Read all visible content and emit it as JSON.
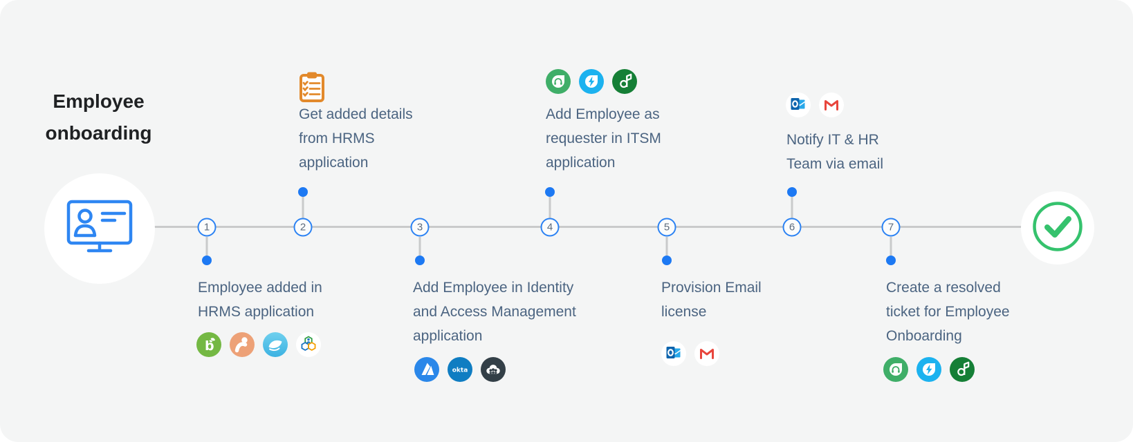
{
  "palette": {
    "background": "#f4f5f5",
    "accent_blue": "#1d79f3",
    "node_border_blue": "#2b82f3",
    "line_gray": "#c9cacb",
    "text_slate": "#4b6481",
    "title_color": "#1f2123",
    "success_green": "#35c26d",
    "clipboard_orange": "#e2892b"
  },
  "title": "Employee\nonboarding",
  "start": {
    "icon": "employee-id-monitor-icon"
  },
  "end": {
    "icon": "success-check-icon"
  },
  "steps": [
    {
      "number": "1",
      "position": "below",
      "label": "Employee added in\nHRMS application",
      "icons": [
        "bamboohr-icon",
        "hr-person-icon",
        "hr-cloud-icon",
        "zoho-people-icon"
      ]
    },
    {
      "number": "2",
      "position": "above",
      "label": "Get added details\nfrom HRMS\napplication",
      "icons": [
        "checklist-clipboard-icon"
      ]
    },
    {
      "number": "3",
      "position": "below",
      "label": "Add Employee in Identity\nand Access Management\napplication",
      "icons": [
        "azure-icon",
        "okta-icon",
        "directory-cloud-icon"
      ]
    },
    {
      "number": "4",
      "position": "above",
      "label": "Add Employee as\nrequester in ITSM\napplication",
      "icons": [
        "freshservice-icon",
        "bolt-app-icon",
        "helpdesk-app-icon"
      ]
    },
    {
      "number": "5",
      "position": "below",
      "label": "Provision Email\nlicense",
      "icons": [
        "outlook-icon",
        "gmail-icon"
      ]
    },
    {
      "number": "6",
      "position": "above",
      "label": "Notify IT & HR\nTeam via email",
      "icons": [
        "outlook-icon",
        "gmail-icon"
      ]
    },
    {
      "number": "7",
      "position": "below",
      "label": "Create a resolved\nticket for Employee\nOnboarding",
      "icons": [
        "freshservice-icon",
        "bolt-app-icon",
        "helpdesk-app-icon"
      ]
    }
  ]
}
